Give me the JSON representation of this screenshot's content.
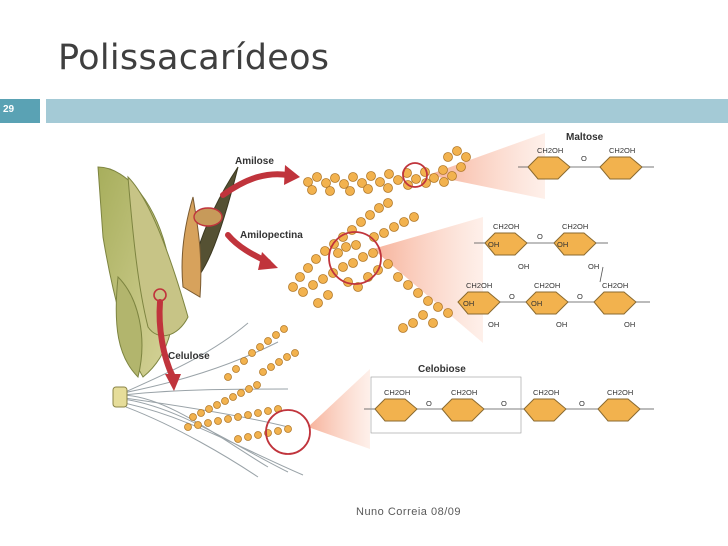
{
  "slide": {
    "title": "Polissacarídeos",
    "number": "29",
    "footer": "Nuno Correia 08/09"
  },
  "figure": {
    "labels": {
      "amilose": "Amilose",
      "amilopectina": "Amilopectina",
      "celulose": "Celulose",
      "maltose": "Maltose",
      "celobiose": "Celobiose"
    },
    "chem": {
      "ch2oh": "CH2OH",
      "oh": "OH",
      "o": "O"
    },
    "colors": {
      "glucose": "#f2b24e",
      "arrow": "#c0343c",
      "circle": "#c0343c",
      "beam": "#f7b9a3"
    }
  }
}
